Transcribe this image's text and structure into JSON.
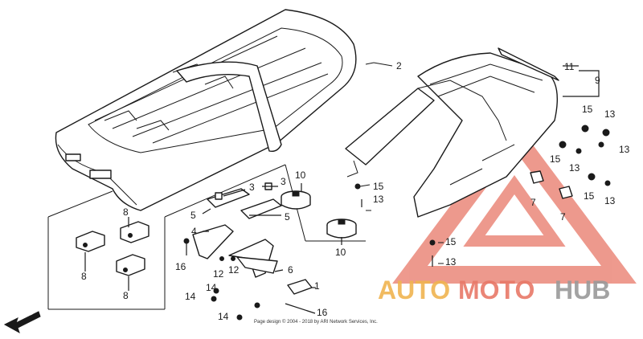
{
  "diagram": {
    "callouts": {
      "c1": "1",
      "c2": "2",
      "c3a": "3",
      "c3b": "3",
      "c4": "4",
      "c5a": "5",
      "c5b": "5",
      "c6": "6",
      "c7a": "7",
      "c7b": "7",
      "c8a": "8",
      "c8b": "8",
      "c8c": "8",
      "c9": "9",
      "c10a": "10",
      "c10b": "10",
      "c11": "11",
      "c12a": "12",
      "c12b": "12",
      "c13a": "13",
      "c13b": "13",
      "c13c": "13",
      "c13d": "13",
      "c13e": "13",
      "c13f": "13",
      "c14a": "14",
      "c14b": "14",
      "c14c": "14",
      "c15a": "15",
      "c15b": "15",
      "c15c": "15",
      "c15d": "15",
      "c15e": "15",
      "c16a": "16",
      "c16b": "16"
    },
    "fwd_label": "FWD",
    "copyright": "Page design © 2004 - 2018 by ARI Network Services, Inc.",
    "watermark": {
      "part1": "AUTO",
      "part2": "MOTO",
      "part3": "HUB"
    }
  },
  "colors": {
    "watermark_red": "#e87868",
    "watermark_orange": "#f0b450",
    "watermark_gray": "#9a9a9a"
  }
}
